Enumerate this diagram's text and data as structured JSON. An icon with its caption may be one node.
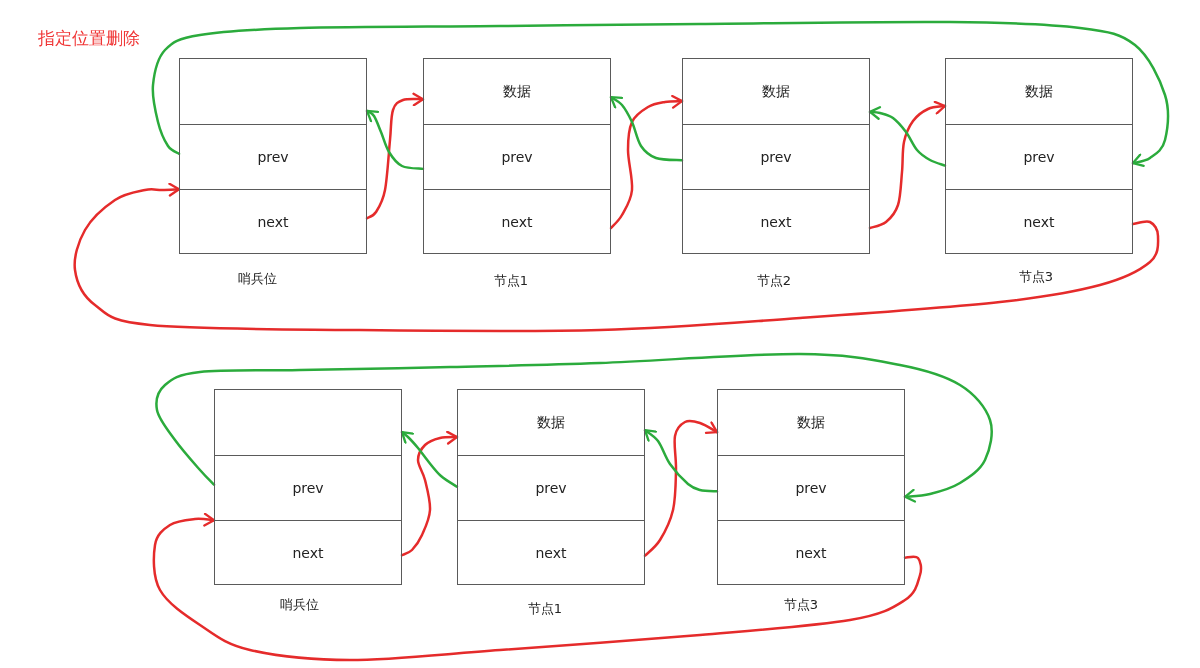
{
  "diagram": {
    "title": "指定位置删除",
    "nodes": [
      {
        "text": [],
        "shape": "box",
        "beside": [
          "哨兵位"
        ]
      },
      {
        "text": [
          "prev"
        ],
        "in": 0
      },
      {
        "text": [
          "next"
        ],
        "in": 0
      },
      {
        "text": [],
        "shape": "box",
        "beside": [
          "节点1"
        ]
      },
      {
        "text": [
          "数据"
        ],
        "in": 3
      },
      {
        "text": [
          "prev"
        ],
        "in": 3
      },
      {
        "text": [
          "next"
        ],
        "in": 3
      },
      {
        "text": [],
        "shape": "box",
        "beside": [
          "节点2"
        ]
      },
      {
        "text": [
          "数据"
        ],
        "in": 7
      },
      {
        "text": [
          "prev"
        ],
        "in": 7
      },
      {
        "text": [
          "next"
        ],
        "in": 7
      },
      {
        "text": [],
        "shape": "box",
        "beside": [
          "节点3"
        ]
      },
      {
        "text": [
          "数据"
        ],
        "in": 11
      },
      {
        "text": [
          "prev"
        ],
        "in": 11
      },
      {
        "text": [
          "next"
        ],
        "in": 11
      },
      {
        "text": [],
        "shape": "box",
        "beside": [
          "哨兵位"
        ]
      },
      {
        "text": [
          "prev"
        ],
        "in": 15
      },
      {
        "text": [
          "next"
        ],
        "in": 15
      },
      {
        "text": [],
        "shape": "box",
        "beside": [
          "节点1"
        ]
      },
      {
        "text": [
          "数据"
        ],
        "in": 18
      },
      {
        "text": [
          "prev"
        ],
        "in": 18
      },
      {
        "text": [
          "next"
        ],
        "in": 18
      },
      {
        "text": [],
        "shape": "box",
        "beside": [
          "节点3"
        ]
      },
      {
        "text": [
          "数据"
        ],
        "in": 22
      },
      {
        "text": [
          "prev"
        ],
        "in": 22
      },
      {
        "text": [
          "next"
        ],
        "in": 22
      }
    ],
    "edges": [
      {
        "from": 2,
        "to": 3,
        "arrow": "to",
        "color": "#e52b2b"
      },
      {
        "from": 5,
        "to": 0,
        "arrow": "to",
        "color": "#2bab3c"
      },
      {
        "from": 6,
        "to": 7,
        "arrow": "to",
        "color": "#e52b2b"
      },
      {
        "from": 9,
        "to": 3,
        "arrow": "to",
        "color": "#2bab3c"
      },
      {
        "from": 10,
        "to": 11,
        "arrow": "to",
        "color": "#e52b2b"
      },
      {
        "from": 13,
        "to": 7,
        "arrow": "to",
        "color": "#2bab3c"
      },
      {
        "from": 1,
        "to": 11,
        "arrow": "to",
        "color": "#2bab3c"
      },
      {
        "from": 14,
        "to": 0,
        "arrow": "to",
        "color": "#e52b2b"
      },
      {
        "from": 17,
        "to": 18,
        "arrow": "to",
        "color": "#e52b2b"
      },
      {
        "from": 20,
        "to": 15,
        "arrow": "to",
        "color": "#2bab3c"
      },
      {
        "from": 21,
        "to": 22,
        "arrow": "to",
        "color": "#e52b2b"
      },
      {
        "from": 24,
        "to": 18,
        "arrow": "to",
        "color": "#2bab3c"
      },
      {
        "from": 16,
        "to": 22,
        "arrow": "to",
        "color": "#2bab3c"
      },
      {
        "from": 25,
        "to": 15,
        "arrow": "to",
        "color": "#e52b2b"
      }
    ]
  }
}
